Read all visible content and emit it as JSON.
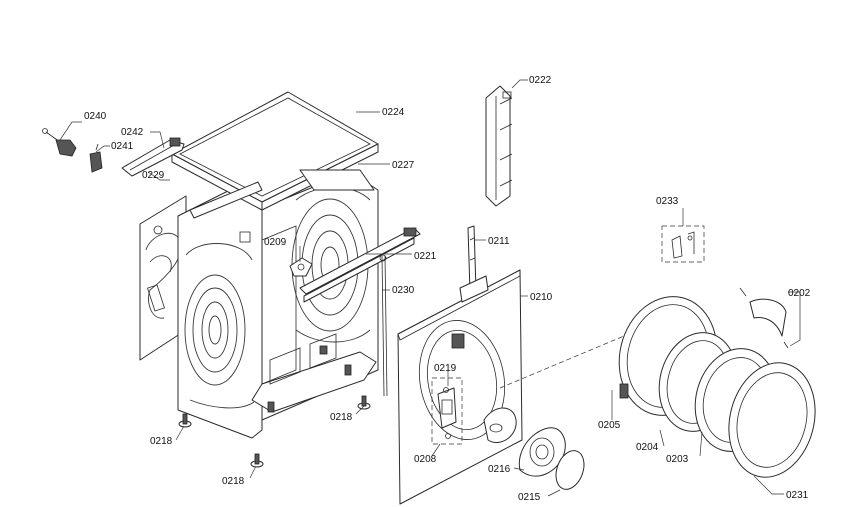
{
  "diagram": {
    "parts": [
      {
        "id": "p0240",
        "number": "0240"
      },
      {
        "id": "p0241",
        "number": "0241"
      },
      {
        "id": "p0242",
        "number": "0242"
      },
      {
        "id": "p0229",
        "number": "0229"
      },
      {
        "id": "p0224",
        "number": "0224"
      },
      {
        "id": "p0227",
        "number": "0227"
      },
      {
        "id": "p0222",
        "number": "0222"
      },
      {
        "id": "p0209",
        "number": "0209"
      },
      {
        "id": "p0221",
        "number": "0221"
      },
      {
        "id": "p0211",
        "number": "0211"
      },
      {
        "id": "p0230",
        "number": "0230"
      },
      {
        "id": "p0210",
        "number": "0210"
      },
      {
        "id": "p0219",
        "number": "0219"
      },
      {
        "id": "p0218a",
        "number": "0218"
      },
      {
        "id": "p0218b",
        "number": "0218"
      },
      {
        "id": "p0218c",
        "number": "0218"
      },
      {
        "id": "p0208",
        "number": "0208"
      },
      {
        "id": "p0216",
        "number": "0216"
      },
      {
        "id": "p0215",
        "number": "0215"
      },
      {
        "id": "p0233",
        "number": "0233"
      },
      {
        "id": "p0202",
        "number": "0202"
      },
      {
        "id": "p0205",
        "number": "0205"
      },
      {
        "id": "p0204",
        "number": "0204"
      },
      {
        "id": "p0203",
        "number": "0203"
      },
      {
        "id": "p0231",
        "number": "0231"
      }
    ]
  }
}
